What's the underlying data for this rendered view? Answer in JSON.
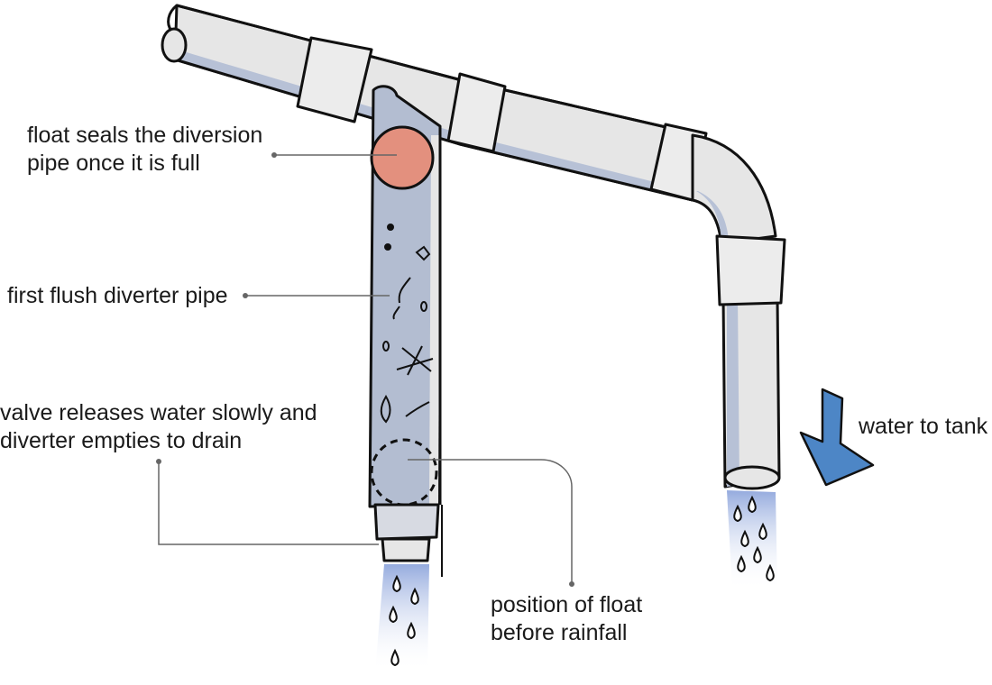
{
  "labels": {
    "float_seals": {
      "line1": "float seals the diversion",
      "line2": "pipe once it is full"
    },
    "first_flush": {
      "line1": "first flush diverter pipe"
    },
    "valve": {
      "line1": "valve releases water slowly and",
      "line2": "diverter empties to drain"
    },
    "position_float": {
      "line1": "position of float",
      "line2": "before rainfall"
    },
    "water_tank": {
      "line1": "water to tank"
    }
  },
  "colors": {
    "pipe": "#e6e6e6",
    "pipe_shadow": "#b7c1d6",
    "pipe_outline": "#111111",
    "water": "#b3bdd1",
    "float": "#e3907e",
    "arrow": "#4d86c6",
    "leader": "#666666",
    "drops_gradient_top": "#8fa6dc"
  }
}
